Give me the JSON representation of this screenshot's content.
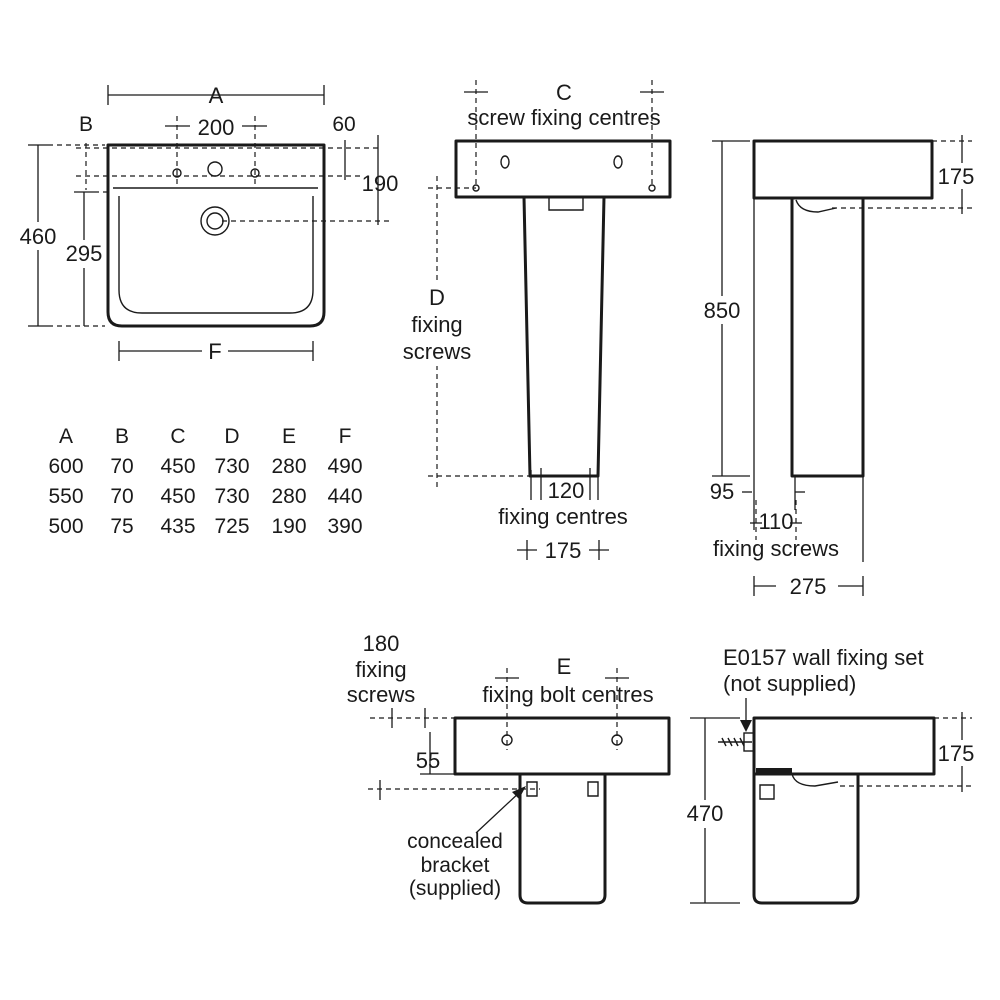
{
  "basin_top_view": {
    "dim_a": "A",
    "dim_b": "B",
    "dim_200": "200",
    "dim_60": "60",
    "dim_190": "190",
    "dim_460": "460",
    "dim_295": "295",
    "dim_f": "F"
  },
  "front_pedestal": {
    "dim_c": "C",
    "screw_fixing_centres": "screw fixing centres",
    "dim_d": "D",
    "fixing": "fixing",
    "screws": "screws",
    "dim_120": "120",
    "fixing_centres": "fixing centres",
    "dim_175": "175"
  },
  "side_pedestal": {
    "dim_175": "175",
    "dim_850": "850",
    "dim_95": "95",
    "dim_110": "110",
    "fixing_screws": "fixing screws",
    "dim_275": "275"
  },
  "front_semi_pedestal": {
    "dim_180": "180",
    "fixing": "fixing",
    "screws": "screws",
    "dim_e": "E",
    "fixing_bolt_centres": "fixing bolt centres",
    "dim_55": "55",
    "concealed": "concealed",
    "bracket": "bracket",
    "supplied": "(supplied)"
  },
  "side_semi_pedestal": {
    "wall_fixing_set": "E0157 wall fixing set",
    "not_supplied": "(not supplied)",
    "dim_175": "175",
    "dim_470": "470"
  },
  "size_table": {
    "headers": [
      "A",
      "B",
      "C",
      "D",
      "E",
      "F"
    ],
    "rows": [
      [
        "600",
        "70",
        "450",
        "730",
        "280",
        "490"
      ],
      [
        "550",
        "70",
        "450",
        "730",
        "280",
        "440"
      ],
      [
        "500",
        "75",
        "435",
        "725",
        "190",
        "390"
      ]
    ]
  }
}
